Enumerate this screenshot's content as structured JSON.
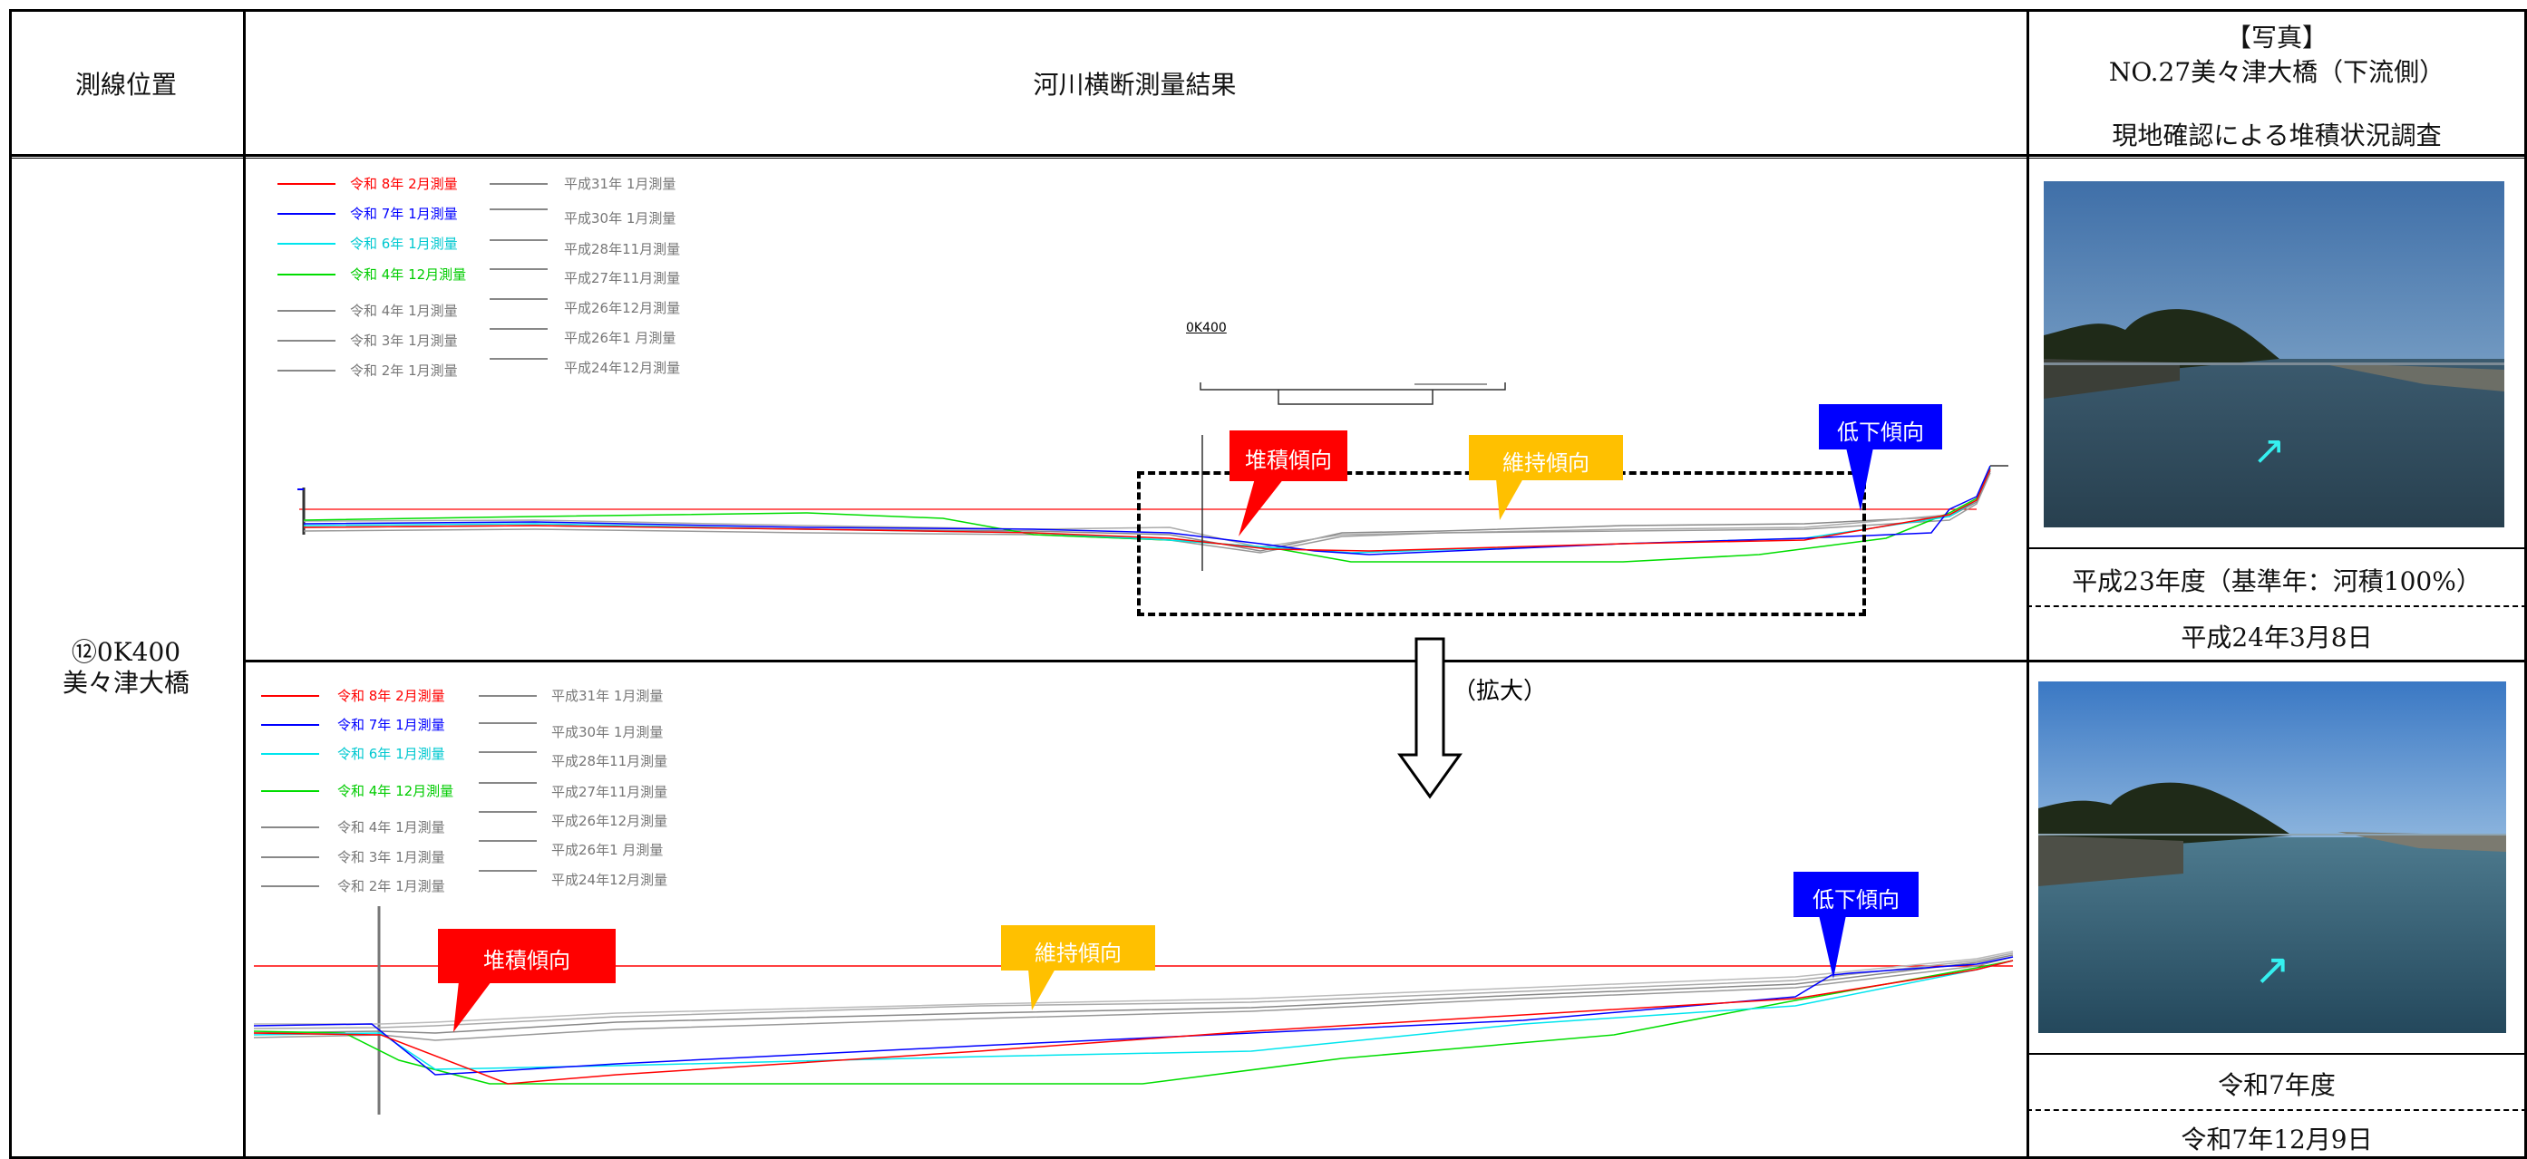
{
  "header": {
    "col1": "測線位置",
    "col2": "河川横断測量結果",
    "col3_line1": "【写真】",
    "col3_line2": "NO.27美々津大橋（下流側）",
    "col3_line3": "現地確認による堆積状況調査"
  },
  "location": {
    "line1": "⑫0K400",
    "line2": "美々津大橋"
  },
  "legend_left": [
    {
      "label": "令和 8年 2月測量",
      "color": "#ff0000"
    },
    {
      "label": "令和 7年 1月測量",
      "color": "#0000ff"
    },
    {
      "label": "令和 6年 1月測量",
      "color": "#00e5ee"
    },
    {
      "label": "令和 4年 12月測量",
      "color": "#00dd00"
    },
    {
      "label": "令和 4年 1月測量",
      "color": "#888888"
    },
    {
      "label": "令和 3年 1月測量",
      "color": "#888888"
    },
    {
      "label": "令和 2年 1月測量",
      "color": "#888888"
    }
  ],
  "legend_right": [
    {
      "label": "平成31年 1月測量",
      "color": "#888888"
    },
    {
      "label": "平成30年 1月測量",
      "color": "#888888"
    },
    {
      "label": "平成28年11月測量",
      "color": "#888888"
    },
    {
      "label": "平成27年11月測量",
      "color": "#888888"
    },
    {
      "label": "平成26年12月測量",
      "color": "#888888"
    },
    {
      "label": "平成26年1 月測量",
      "color": "#888888"
    },
    {
      "label": "平成24年12月測量",
      "color": "#888888"
    }
  ],
  "section_label": "0K400",
  "callouts": {
    "deposit": "堆積傾向",
    "maintain": "維持傾向",
    "decline": "低下傾向"
  },
  "zoom_label": "（拡大）",
  "photos": {
    "top_caption": "平成23年度（基準年：河積100%）",
    "top_date": "平成24年3月8日",
    "bottom_caption": "令和7年度",
    "bottom_date": "令和7年12月9日"
  },
  "colors": {
    "red": "#ff0000",
    "blue": "#0000ff",
    "cyan": "#00e5ee",
    "green": "#00dd00",
    "gray": "#888888",
    "callout_red": "#ff0000",
    "callout_yellow": "#ffc000",
    "callout_blue": "#0000ff"
  }
}
